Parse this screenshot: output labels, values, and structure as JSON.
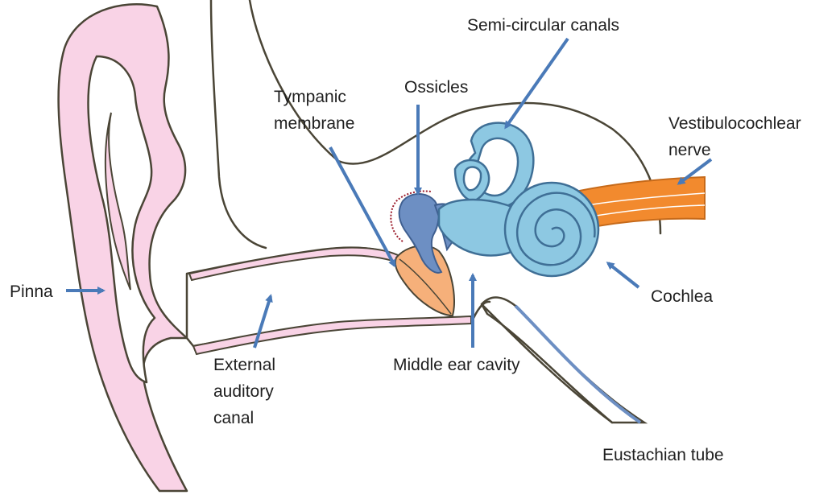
{
  "colors": {
    "pinna_fill": "#f9d3e6",
    "outline": "#4a4536",
    "inner_ear_fill": "#8dc8e2",
    "inner_ear_stroke": "#3f6f96",
    "ossicle_fill": "#6d8fc3",
    "nerve_fill": "#f28a2e",
    "tympanic_fill": "#f6b07a",
    "arrow": "#4a7ab8",
    "dotted_membrane": "#9b1c2b"
  },
  "labels": {
    "semicircular_canals": "Semi-circular canals",
    "tympanic_line1": "Tympanic",
    "tympanic_line2": "membrane",
    "ossicles": "Ossicles",
    "vestibulo_line1": "Vestibulocochlear",
    "vestibulo_line2": "nerve",
    "pinna": "Pinna",
    "cochlea": "Cochlea",
    "external_line1": "External",
    "external_line2": "auditory",
    "external_line3": "canal",
    "middle_ear_cavity": "Middle ear cavity",
    "eustachian_tube": "Eustachian tube"
  }
}
